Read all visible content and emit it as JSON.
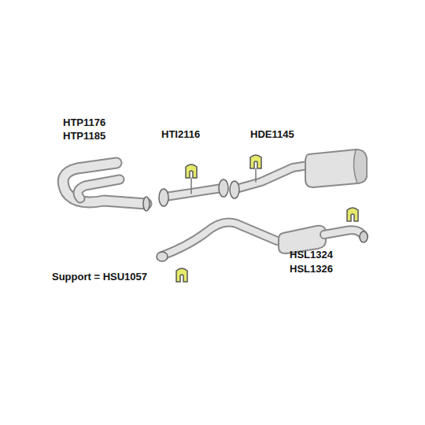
{
  "diagram": {
    "labels": [
      "HTP1176",
      "HTP1185",
      "HTI2116",
      "HDE1145",
      "Support = HSU1057",
      "HSL1324",
      "HSL1326"
    ]
  }
}
